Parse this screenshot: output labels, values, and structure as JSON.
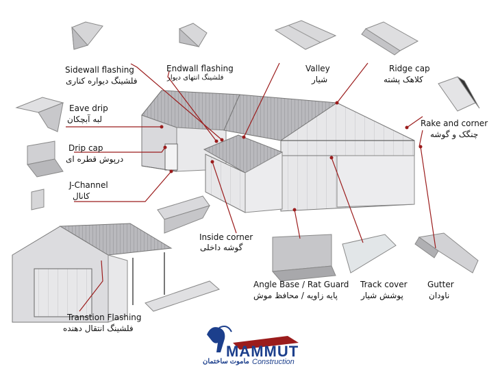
{
  "labels": {
    "sidewall": {
      "en": "Sidewall flashing",
      "fa": "فلشینگ دیواره کناری"
    },
    "endwall": {
      "en": "Endwall flashing",
      "fa": "فلشینگ انتهای دیوار"
    },
    "valley": {
      "en": "Valley",
      "fa": "شیار"
    },
    "ridge": {
      "en": "Ridge cap",
      "fa": "کلاهک پشته"
    },
    "eave": {
      "en": "Eave drip",
      "fa": "لبه آبچکان"
    },
    "rake": {
      "en": "Rake and corner",
      "fa": "چنگک و گوشه"
    },
    "dripcap": {
      "en": "Drip cap",
      "fa": "درپوش قطره ای"
    },
    "jchannel": {
      "en": "J-Channel",
      "fa": "کانال"
    },
    "inside": {
      "en": "Inside corner",
      "fa": "گوشه داخلی"
    },
    "transition": {
      "en": "Transtion Flashing",
      "fa": "فلشینگ انتقال دهنده"
    },
    "angle": {
      "en": "Angle Base / Rat Guard",
      "fa": "پایه زاویه / محافظ موش"
    },
    "track": {
      "en": "Track cover",
      "fa": "پوشش شیار"
    },
    "gutter": {
      "en": "Gutter",
      "fa": "ناودان"
    }
  },
  "logo": {
    "name": "MAMMUT",
    "sub": "Construction",
    "fa": "ماموت ساختمان"
  },
  "colors": {
    "leader": "#9b1c1c",
    "logo": "#1c3f8c",
    "wall": "#e4e4e6",
    "roof": "#b4b4b8"
  }
}
